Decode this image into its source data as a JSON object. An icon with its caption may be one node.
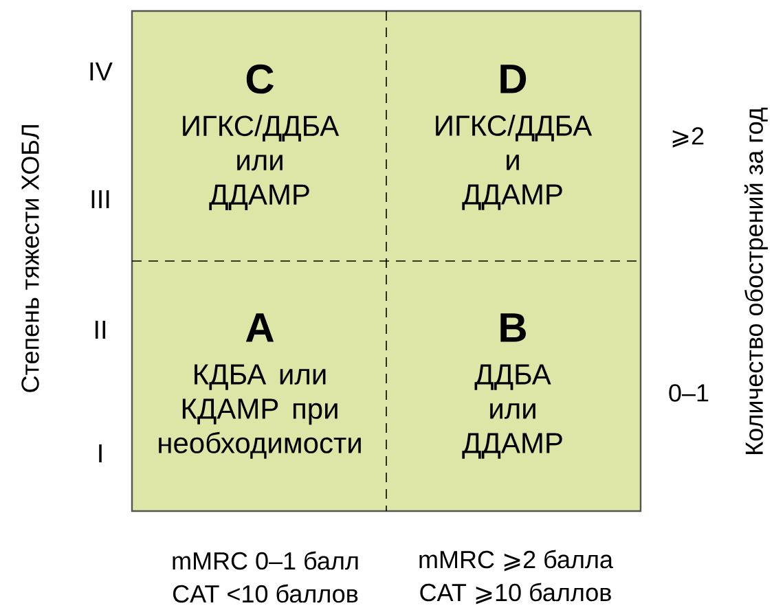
{
  "diagram": {
    "nodes": [
      {
        "text": [
          "C",
          "ИГКС/ДДБА или ДДАМР"
        ]
      },
      {
        "text": [
          "D",
          "ИГКС/ДДБА и ДДАМР"
        ]
      },
      {
        "text": [
          "A",
          "КДБА или КДАМР при необходимости"
        ]
      },
      {
        "text": [
          "B",
          "ДДБА или ДДАМР"
        ]
      }
    ],
    "labels": [
      "IV",
      "III",
      "II",
      "I",
      "Степень тяжести ХОБЛ",
      "⩾2",
      "0–1",
      "Количество обострений за год",
      "mMRC 0–1 балл",
      "mMRC ⩾2 балла",
      "CAT <10 баллов",
      "CAT ⩾10 баллов"
    ]
  }
}
